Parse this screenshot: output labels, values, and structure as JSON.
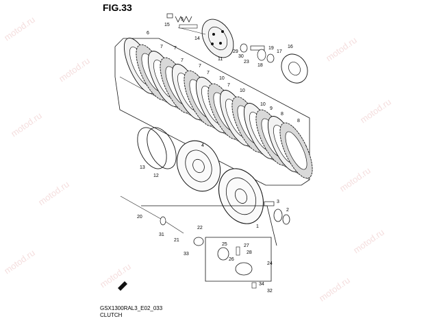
{
  "figure": {
    "title": "FIG.33",
    "code": "GSX1300RAL3_E02_033",
    "name": "CLUTCH"
  },
  "watermark": "motod.ru",
  "parts": [
    "1",
    "2",
    "3",
    "4",
    "5",
    "6",
    "7",
    "8",
    "9",
    "10",
    "11",
    "12",
    "13",
    "14",
    "15",
    "16",
    "17",
    "18",
    "19",
    "20",
    "21",
    "22",
    "23",
    "24",
    "25",
    "26",
    "27",
    "28",
    "29",
    "30",
    "31",
    "32",
    "33",
    "34"
  ],
  "labels": {
    "15": "15",
    "5": "5",
    "14": "14",
    "11": "11",
    "29": "29",
    "30": "30",
    "23": "23",
    "16": "16",
    "17": "17",
    "19": "19",
    "18": "18",
    "6a": "6",
    "7a": "7",
    "7b": "7",
    "7c": "7",
    "7d": "7",
    "7e": "7",
    "7f": "7",
    "10a": "10",
    "10b": "10",
    "10c": "10",
    "9": "9",
    "8a": "8",
    "8b": "8",
    "13": "13",
    "12": "12",
    "4": "4",
    "3": "3",
    "2": "2",
    "1": "1",
    "20": "20",
    "31": "31",
    "22": "22",
    "21": "21",
    "33": "33",
    "25": "25",
    "26": "26",
    "27": "27",
    "28": "28",
    "24": "24",
    "34": "34",
    "32": "32"
  }
}
